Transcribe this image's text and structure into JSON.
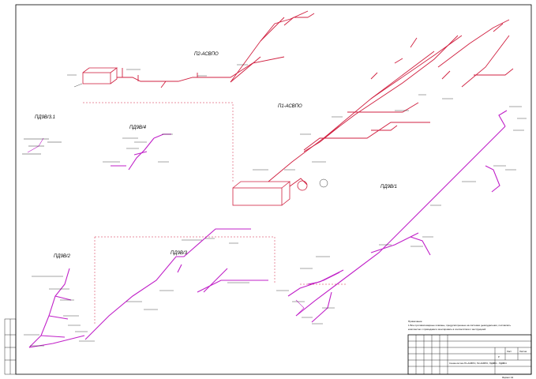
{
  "systems": {
    "p2": "П2-АСВПО",
    "p1": "П1-АСВПО",
    "pd1": "ПД9В/1",
    "pd2": "ПД9В/2",
    "pd3": "ПД9В/3",
    "pd4": "ПД9В/4",
    "pd31": "ПД9В/3.1"
  },
  "colors": {
    "supply_red": "#d02040",
    "smoke_magenta": "#c020c8",
    "frame": "#000000"
  },
  "notes": {
    "title": "Примечание:",
    "line1": "1 Все противопожарные клапаны, предусмотренные на системах дымоудаления, поставлять",
    "line2": "комплектно с приводами и монтировать в соответствии с инструкцией."
  },
  "title_block": {
    "sheet_title": "Схема систем П1-АСВПО, П2-АСВПО, ПД9В/1 - ПД9В/4",
    "stage": "Р",
    "sheet_label": "Лист",
    "sheets_label": "Листов"
  },
  "footer": {
    "format": "Формат А3"
  }
}
